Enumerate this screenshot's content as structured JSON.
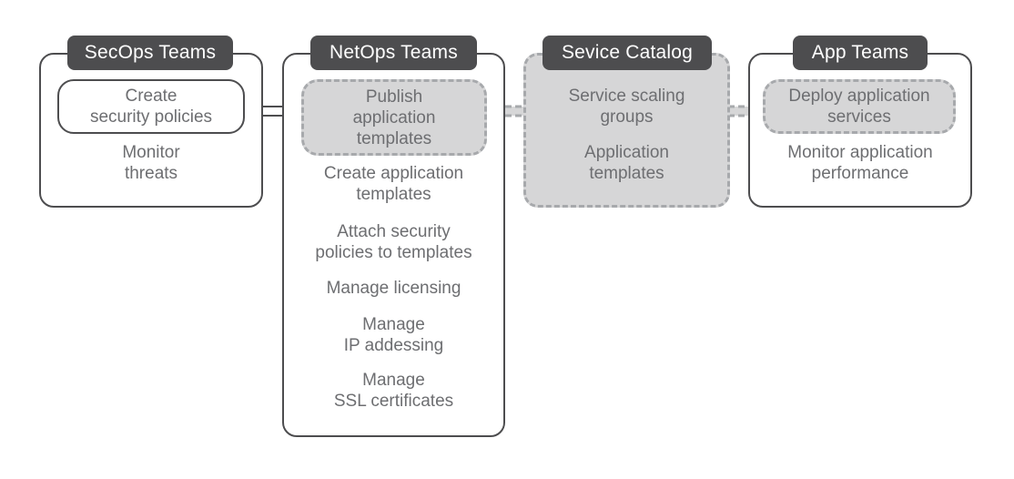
{
  "columns": {
    "secops": {
      "title": "SecOps Teams",
      "highlight": "Create\nsecurity policies",
      "items": [
        "Monitor\nthreats"
      ]
    },
    "netops": {
      "title": "NetOps Teams",
      "highlight": "Publish\napplication\ntemplates",
      "items": [
        "Create application\ntemplates",
        "Attach security\npolicies to templates",
        "Manage licensing",
        "Manage\nIP addessing",
        "Manage\nSSL certificates"
      ]
    },
    "catalog": {
      "title": "Sevice Catalog",
      "items": [
        "Service scaling\ngroups",
        "Application\ntemplates"
      ]
    },
    "app": {
      "title": "App Teams",
      "highlight": "Deploy application\nservices",
      "items": [
        "Monitor application\nperformance"
      ]
    }
  },
  "colors": {
    "header": "#4d4d4f",
    "text": "#6d6e71",
    "highlight_fill": "#d6d6d7",
    "dashed_border": "#a7a9ac"
  }
}
